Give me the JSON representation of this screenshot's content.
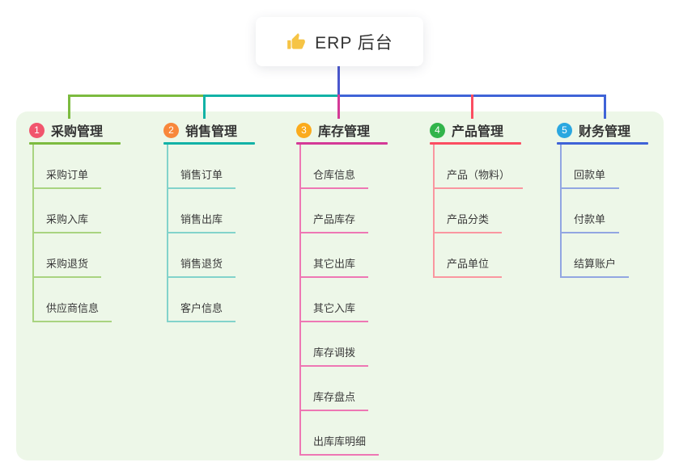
{
  "root": {
    "title": "ERP 后台",
    "icon": "thumbs-up",
    "icon_color": "#f6c445",
    "line_color": "#4a57cd"
  },
  "canvas": {
    "background_color": "#ffffff",
    "panel_color": "#edf7e8",
    "text_color": "#333333"
  },
  "branches": [
    {
      "num": "1",
      "label": "采购管理",
      "badge_color": "#f1556d",
      "line_color": "#7cbb3f",
      "child_line_color": "#a9d480",
      "children": [
        "采购订单",
        "采购入库",
        "采购退货",
        "供应商信息"
      ]
    },
    {
      "num": "2",
      "label": "销售管理",
      "badge_color": "#f8873b",
      "line_color": "#12b2a6",
      "child_line_color": "#82d3cb",
      "children": [
        "销售订单",
        "销售出库",
        "销售退货",
        "客户信息"
      ]
    },
    {
      "num": "3",
      "label": "库存管理",
      "badge_color": "#fbab1c",
      "line_color": "#d43a97",
      "child_line_color": "#ee77b4",
      "children": [
        "仓库信息",
        "产品库存",
        "其它出库",
        "其它入库",
        "库存调拨",
        "库存盘点",
        "出库库明细"
      ]
    },
    {
      "num": "4",
      "label": "产品管理",
      "badge_color": "#31b44a",
      "line_color": "#fb4d61",
      "child_line_color": "#fa96a0",
      "children": [
        "产品（物料）",
        "产品分类",
        "产品单位"
      ]
    },
    {
      "num": "5",
      "label": "财务管理",
      "badge_color": "#2aa7e0",
      "line_color": "#3f63d7",
      "child_line_color": "#92a6e2",
      "children": [
        "回款单",
        "付款单",
        "结算账户"
      ]
    }
  ]
}
